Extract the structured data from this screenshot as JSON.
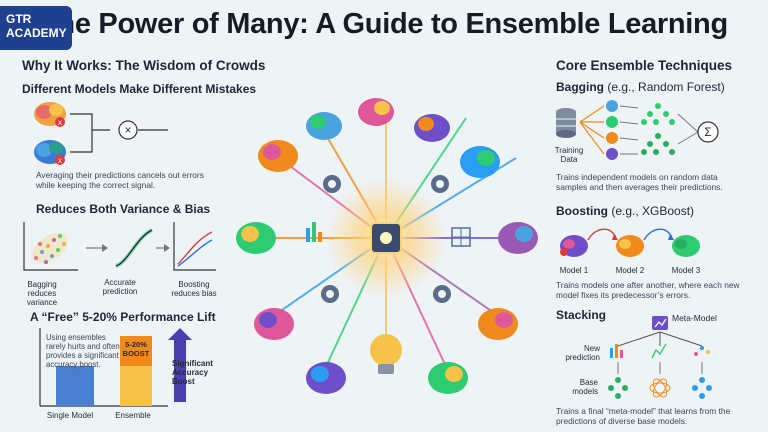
{
  "logo": {
    "line1": "GTR",
    "line2": "ACADEMY"
  },
  "title": "The Power of Many: A Guide to Ensemble Learning",
  "left": {
    "heading": "Why It Works: The Wisdom of Crowds",
    "mistakes": {
      "heading": "Different Models Make Different Mistakes",
      "caption_line1": "Averaging their predictions cancels out errors",
      "caption_line2": "while keeping the correct signal."
    },
    "variance": {
      "heading": "Reduces Both Variance & Bias",
      "bagging": "Bagging reduces variance",
      "accurate": "Accurate prediction",
      "boosting": "Boosting reduces bias"
    },
    "lift": {
      "heading": "A “Free” 5-20% Performance Lift",
      "note": "Using ensembles rarely hurts and often provides a significant accuracy boost.",
      "boost_label": "5-20% BOOST",
      "significant": "Significant Accuracy Boost",
      "single": "Single Model",
      "ensemble": "Ensemble"
    }
  },
  "right": {
    "heading": "Core Ensemble Techniques",
    "bagging": {
      "name": "Bagging",
      "example": "(e.g., Random Forest)",
      "training": "Training Data",
      "desc": "Trains independent models on random data samples and then averages their predictions."
    },
    "boosting": {
      "name": "Boosting",
      "example": "(e.g., XGBoost)",
      "model1": "Model 1",
      "model2": "Model 2",
      "model3": "Model 3",
      "desc": "Trains models one after another, where each new model fixes its predecessor’s errors."
    },
    "stacking": {
      "name": "Stacking",
      "meta": "Meta-Model",
      "new_prediction": "New prediction",
      "base_models": "Base models",
      "desc": "Trains a final “meta-model” that learns from the predictions of diverse base models."
    }
  },
  "icons": {
    "sum": "Σ",
    "cross": "×"
  },
  "colors": {
    "logo": "#1f3f8f",
    "accent_orange": "#f08a1c",
    "accent_purple": "#6f4fc9",
    "bg": "#eef3f6"
  }
}
